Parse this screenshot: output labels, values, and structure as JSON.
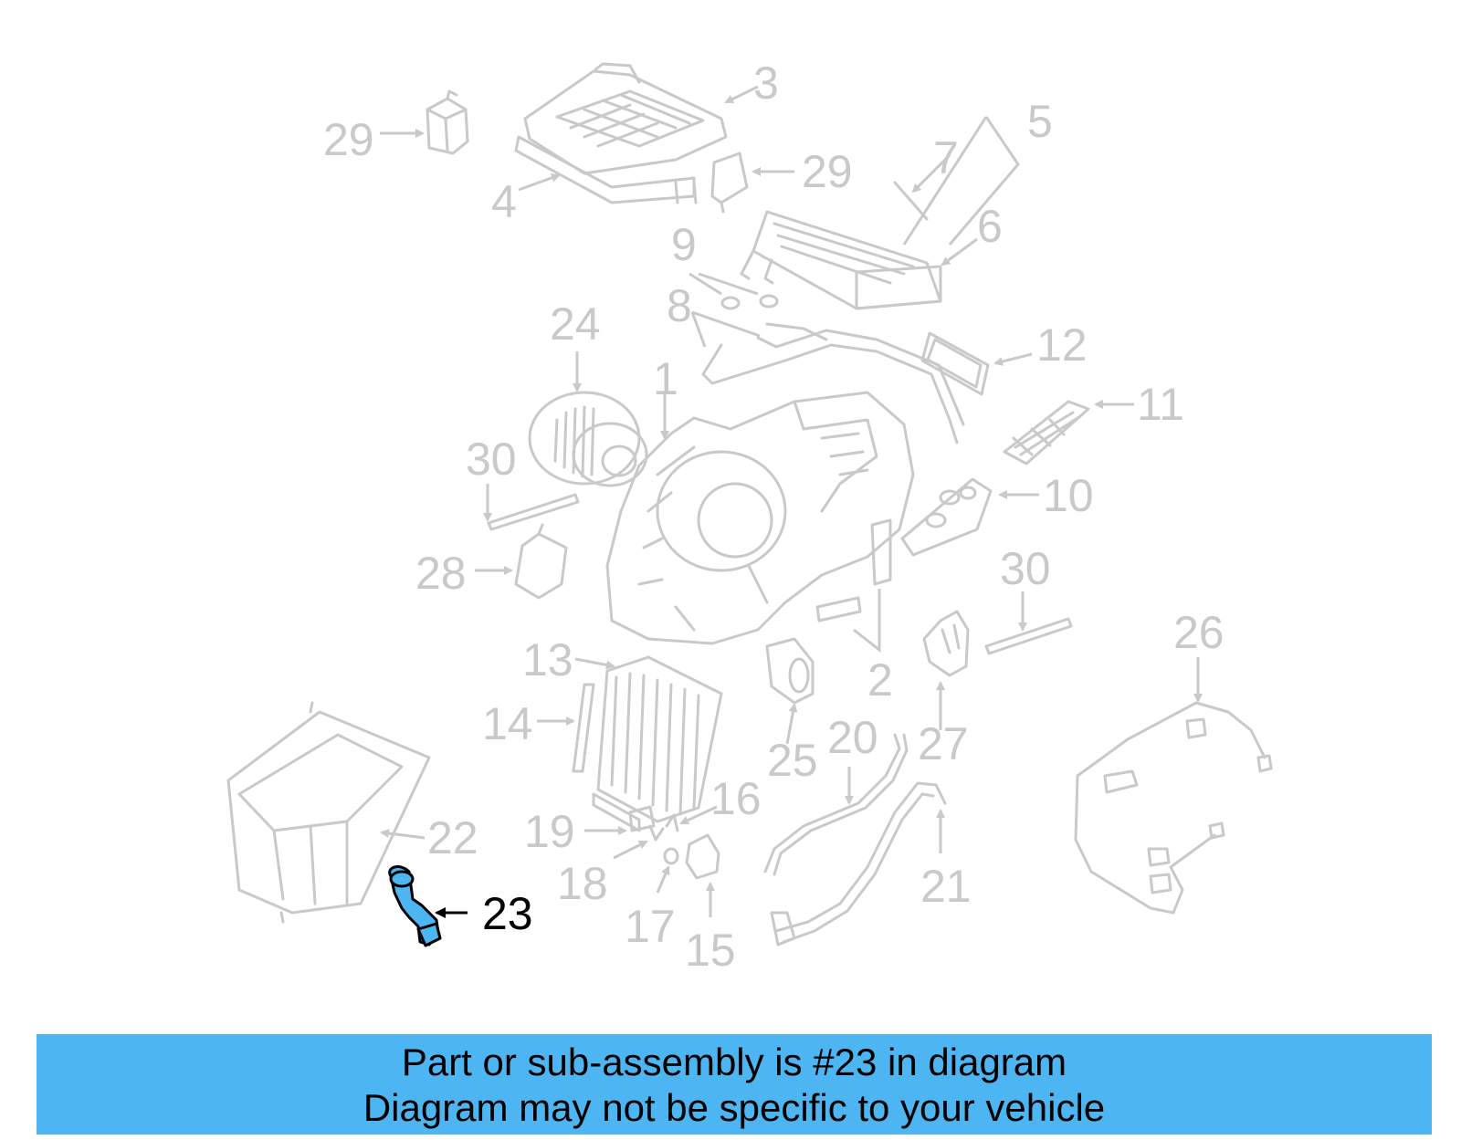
{
  "diagram": {
    "highlighted_part": "23",
    "highlight_color": "#4db6f2",
    "part_color": "#c9c9c9",
    "callouts": [
      "3",
      "29",
      "4",
      "29",
      "5",
      "7",
      "6",
      "9",
      "8",
      "24",
      "12",
      "1",
      "11",
      "30",
      "10",
      "28",
      "30",
      "13",
      "2",
      "26",
      "14",
      "25",
      "20",
      "27",
      "22",
      "16",
      "19",
      "18",
      "21",
      "17",
      "15"
    ],
    "highlight_label": "23"
  },
  "banner": {
    "line1": "Part or sub-assembly is #23 in diagram",
    "line2": "Diagram may not be specific to your vehicle",
    "color": "#4db6f2"
  }
}
